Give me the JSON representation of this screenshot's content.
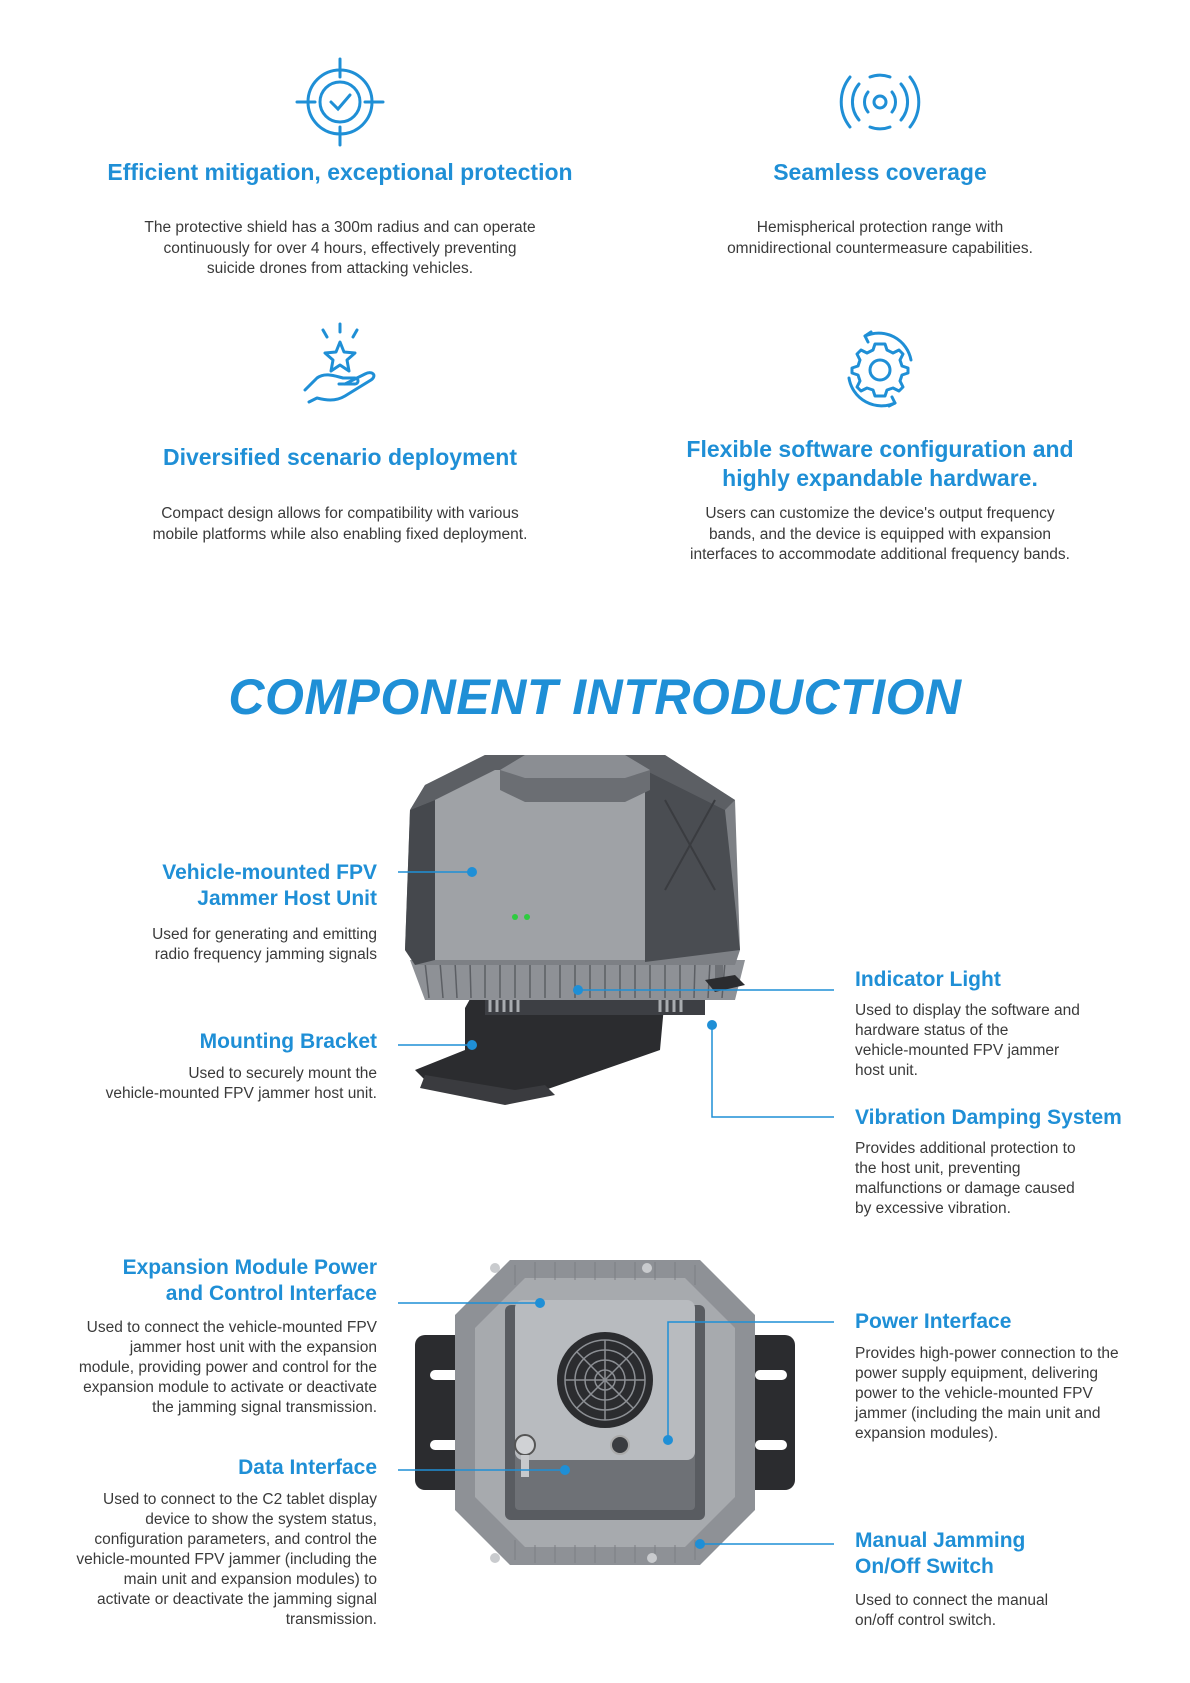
{
  "features": [
    {
      "icon": "target-check-icon",
      "title": "Efficient mitigation, exceptional protection",
      "desc_lines": [
        "The protective shield has a 300m radius and can operate",
        "continuously for over 4 hours, effectively preventing",
        "suicide drones from attacking vehicles."
      ]
    },
    {
      "icon": "signal-waves-icon",
      "title": "Seamless coverage",
      "desc_lines": [
        "Hemispherical protection range with",
        "omnidirectional countermeasure capabilities."
      ]
    },
    {
      "icon": "hand-star-icon",
      "title": "Diversified scenario deployment",
      "desc_lines": [
        "Compact design allows for compatibility with various",
        "mobile platforms while also enabling fixed deployment."
      ]
    },
    {
      "icon": "gear-cycle-icon",
      "title_lines": [
        "Flexible software configuration and",
        "highly expandable hardware."
      ],
      "desc_lines": [
        "Users can customize the device's output frequency",
        "bands, and the device is equipped with expansion",
        "interfaces to accommodate additional frequency bands."
      ]
    }
  ],
  "section_title": "COMPONENT INTRODUCTION",
  "components": {
    "host_unit": {
      "title_lines": [
        "Vehicle-mounted FPV",
        "Jammer Host Unit"
      ],
      "desc_lines": [
        "Used for generating and emitting",
        "radio frequency jamming signals"
      ]
    },
    "mounting_bracket": {
      "title": "Mounting Bracket",
      "desc_lines": [
        "Used to securely mount the",
        "vehicle-mounted FPV jammer host unit."
      ]
    },
    "indicator_light": {
      "title": "Indicator Light",
      "desc_lines": [
        "Used to display the software and",
        "hardware status of the",
        "vehicle-mounted FPV jammer",
        "host unit."
      ]
    },
    "vibration_damping": {
      "title": "Vibration Damping System",
      "desc_lines": [
        "Provides additional protection to",
        "the host unit, preventing",
        "malfunctions or damage caused",
        "by excessive vibration."
      ]
    },
    "expansion_interface": {
      "title_lines": [
        "Expansion Module Power",
        "and Control Interface"
      ],
      "desc_lines": [
        "Used to connect the vehicle-mounted FPV",
        "jammer host unit with the expansion",
        "module, providing power and control for the",
        "expansion module to activate or deactivate",
        "the jamming signal transmission."
      ]
    },
    "power_interface": {
      "title": "Power Interface",
      "desc_lines": [
        "Provides high-power connection to the",
        "power supply equipment, delivering",
        "power to the vehicle-mounted FPV",
        "jammer (including the main unit and",
        "expansion modules)."
      ]
    },
    "data_interface": {
      "title": "Data Interface",
      "desc_lines": [
        "Used to connect to the C2 tablet display",
        "device to show the system status,",
        "configuration parameters, and control the",
        "vehicle-mounted FPV jammer (including the",
        "main unit and expansion modules) to",
        "activate or deactivate the jamming signal",
        "transmission."
      ]
    },
    "manual_switch": {
      "title_lines": [
        "Manual Jamming",
        "On/Off Switch"
      ],
      "desc_lines": [
        "Used to connect the manual",
        "on/off control switch."
      ]
    }
  },
  "colors": {
    "accent": "#1f8fd6",
    "text": "#3a3a3a",
    "device": "#5a5d62"
  }
}
